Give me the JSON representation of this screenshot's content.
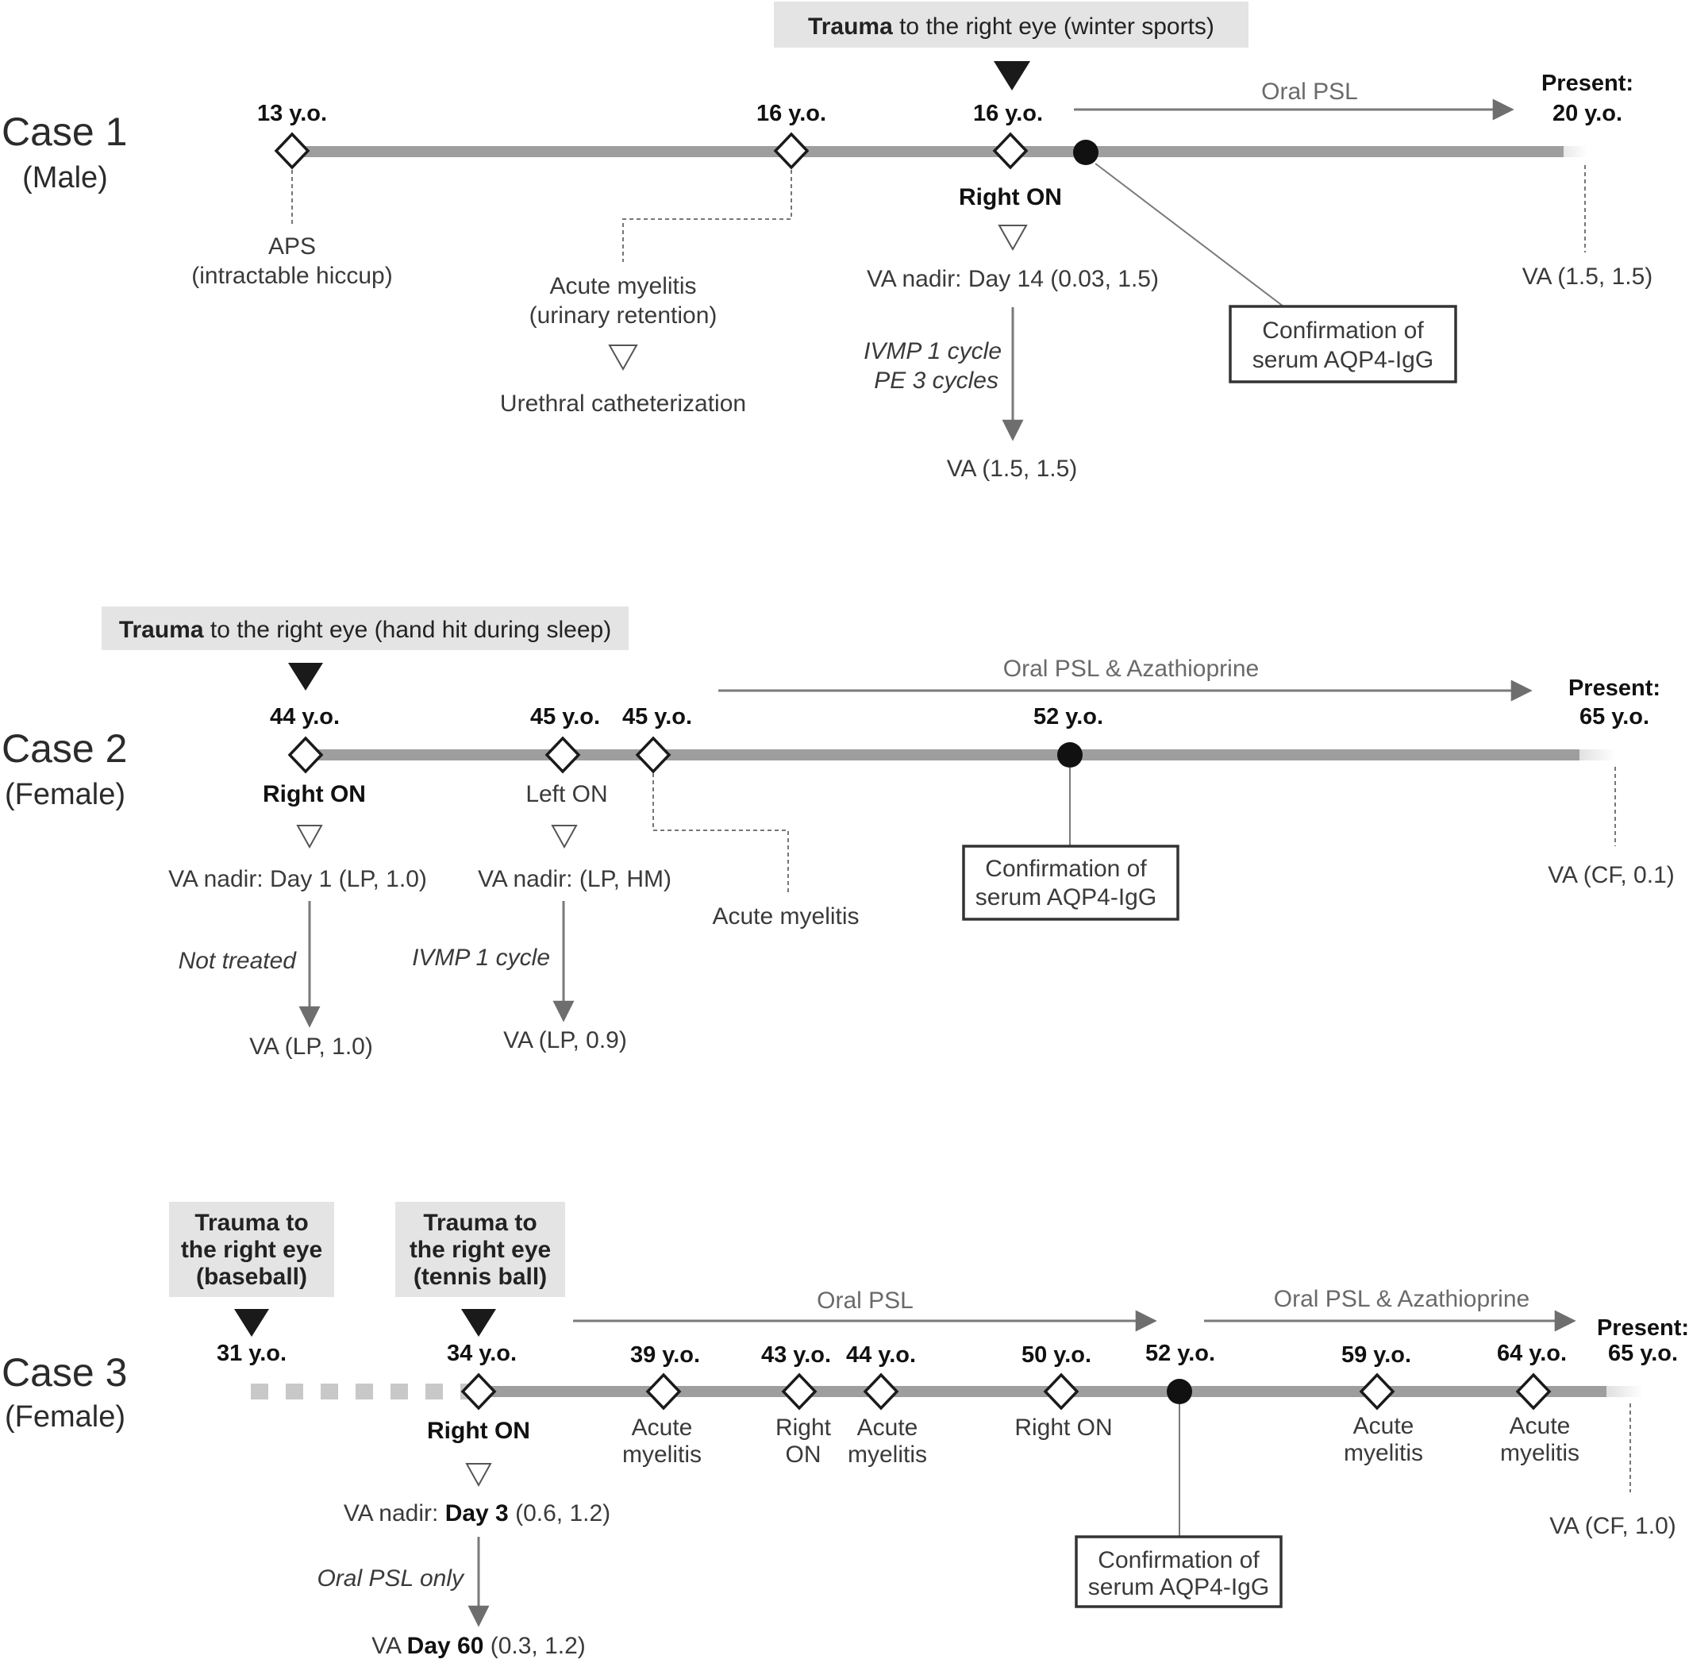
{
  "case1": {
    "title": "Case 1",
    "sex": "(Male)",
    "trauma_bold": "Trauma",
    "trauma_rest": " to the right eye (winter sports)",
    "treatment": "Oral PSL",
    "ages": [
      "13 y.o.",
      "16 y.o.",
      "16 y.o."
    ],
    "present_label": "Present:",
    "present_age": "20 y.o.",
    "aps": "APS",
    "aps_detail": "(intractable hiccup)",
    "myelitis": "Acute myelitis",
    "myelitis_detail": "(urinary retention)",
    "catheter": "Urethral catheterization",
    "on_label": "Right ON",
    "nadir": "VA nadir: Day 14 (0.03, 1.5)",
    "therapy1": "IVMP 1 cycle",
    "therapy2": "PE 3 cycles",
    "va_after": "VA (1.5, 1.5)",
    "confirm1": "Confirmation of",
    "confirm2": "serum AQP4-IgG",
    "va_present": "VA (1.5, 1.5)"
  },
  "case2": {
    "title": "Case 2",
    "sex": "(Female)",
    "trauma_bold": "Trauma",
    "trauma_rest": " to the right eye (hand hit during sleep)",
    "treatment": "Oral PSL & Azathioprine",
    "ages": [
      "44 y.o.",
      "45 y.o.",
      "45 y.o.",
      "52 y.o."
    ],
    "present_label": "Present:",
    "present_age": "65 y.o.",
    "right_on": "Right ON",
    "right_nadir": "VA nadir: Day 1 (LP, 1.0)",
    "not_treated": "Not treated",
    "right_va_after": "VA (LP, 1.0)",
    "left_on": "Left ON",
    "left_nadir": "VA nadir: (LP, HM)",
    "left_therapy": "IVMP 1 cycle",
    "left_va_after": "VA (LP, 0.9)",
    "myelitis": "Acute myelitis",
    "confirm1": "Confirmation of",
    "confirm2": "serum AQP4-IgG",
    "va_present": "VA (CF, 0.1)"
  },
  "case3": {
    "title": "Case 3",
    "sex": "(Female)",
    "trauma1": [
      "Trauma to",
      "the right eye",
      "(baseball)"
    ],
    "trauma2": [
      "Trauma to",
      "the right eye",
      "(tennis ball)"
    ],
    "treatment1": "Oral PSL",
    "treatment2": "Oral PSL & Azathioprine",
    "ages": [
      "31 y.o.",
      "34 y.o.",
      "39 y.o.",
      "43 y.o.",
      "44 y.o.",
      "50 y.o.",
      "52 y.o.",
      "59 y.o.",
      "64 y.o."
    ],
    "present_label": "Present:",
    "present_age": "65 y.o.",
    "right_on": "Right ON",
    "events": {
      "e39": [
        "Acute",
        "myelitis"
      ],
      "e43": [
        "Right",
        "ON"
      ],
      "e44": [
        "Acute",
        "myelitis"
      ],
      "e50": "Right ON",
      "e59": [
        "Acute",
        "myelitis"
      ],
      "e64": [
        "Acute",
        "myelitis"
      ]
    },
    "nadir_prefix": "VA nadir: ",
    "nadir_day": "Day 3",
    "nadir_values": " (0.6, 1.2)",
    "therapy": "Oral PSL only",
    "va_prefix": "VA  ",
    "va_day": "Day 60",
    "va_values": " (0.3, 1.2)",
    "confirm1": "Confirmation of",
    "confirm2": "serum AQP4-IgG",
    "va_present": "VA (CF, 1.0)"
  }
}
